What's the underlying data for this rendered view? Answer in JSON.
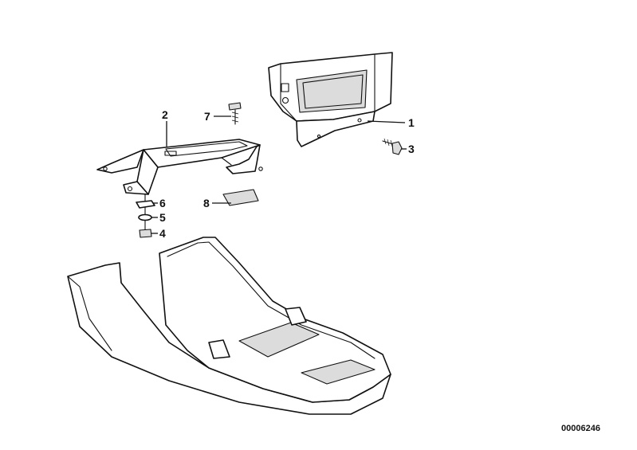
{
  "callouts": [
    {
      "number": "1",
      "part": "panel"
    },
    {
      "number": "2",
      "part": "bracket"
    },
    {
      "number": "3",
      "part": "screw"
    },
    {
      "number": "4",
      "part": "nut"
    },
    {
      "number": "5",
      "part": "washer"
    },
    {
      "number": "6",
      "part": "washer"
    },
    {
      "number": "7",
      "part": "screw"
    },
    {
      "number": "8",
      "part": "pad"
    }
  ],
  "reference_number": "00006246"
}
